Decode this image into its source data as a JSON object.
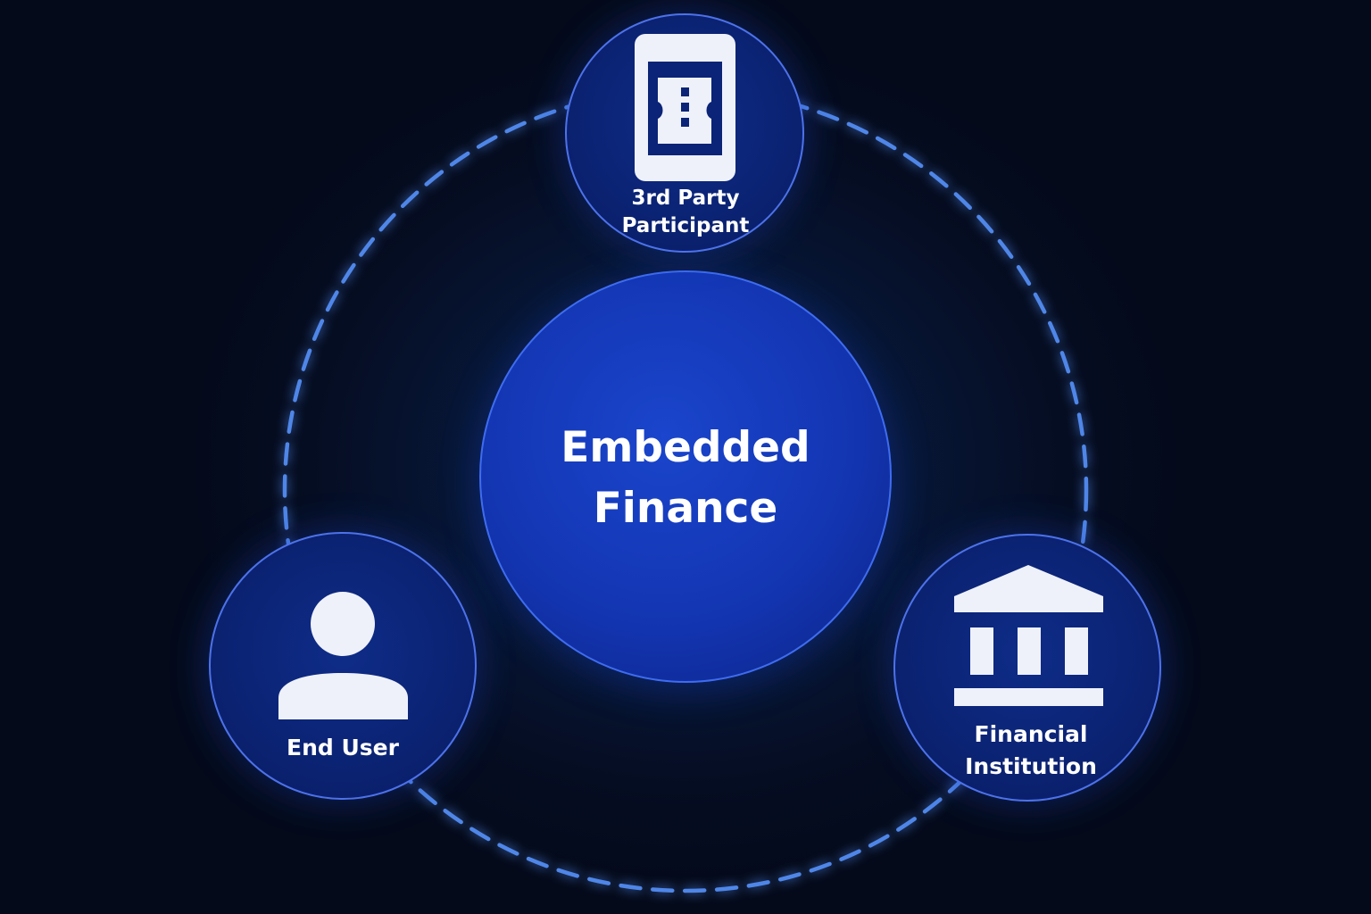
{
  "diagram": {
    "center": {
      "line1": "Embedded",
      "line2": "Finance"
    },
    "nodes": {
      "top": {
        "line1": "3rd Party",
        "line2": "Participant",
        "icon": "phone-ticket-icon"
      },
      "left": {
        "label": "End User",
        "icon": "user-icon"
      },
      "right": {
        "line1": "Financial",
        "line2": "Institution",
        "icon": "bank-icon"
      }
    }
  },
  "colors": {
    "background": "#050d22",
    "dashed_ring": "#4f86e8",
    "center_fill": "#1438b8",
    "node_fill": "#0b2477",
    "node_stroke": "#4d72ea",
    "icon": "#eef1fa"
  }
}
